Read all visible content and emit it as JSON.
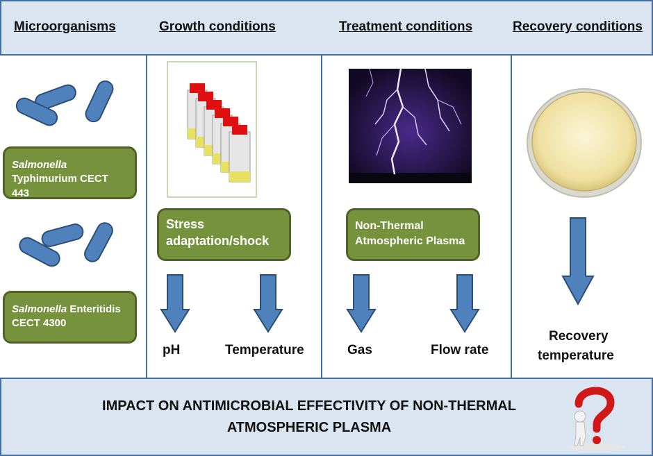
{
  "headers": {
    "microorganisms": "Microorganisms",
    "growth": "Growth conditions",
    "treatment": "Treatment conditions",
    "recovery": "Recovery conditions"
  },
  "strains": [
    {
      "genus": "Salmonella",
      "name": "Typhimurium CECT 443"
    },
    {
      "genus": "Salmonella",
      "name_inline": "Enteritidis",
      "name_line2": "CECT 4300"
    }
  ],
  "growth": {
    "box_line1": "Stress",
    "box_line2": "adaptation/shock",
    "factor1": "pH",
    "factor2": "Temperature"
  },
  "treatment": {
    "box_line1": "Non-Thermal",
    "box_line2": "Atmospheric Plasma",
    "factor1": "Gas",
    "factor2": "Flow rate"
  },
  "recovery": {
    "line1": "Recovery",
    "line2": "temperature"
  },
  "footer": {
    "line1": "IMPACT ON ANTIMICROBIAL EFFECTIVITY OF NON-THERMAL",
    "line2": "ATMOSPHERIC PLASMA"
  },
  "colors": {
    "band": "#dbe5f1",
    "band_border": "#3f6fa3",
    "green_box": "#76923c",
    "arrow": "#4f81bd",
    "bacteria": "#3f6fa3"
  }
}
